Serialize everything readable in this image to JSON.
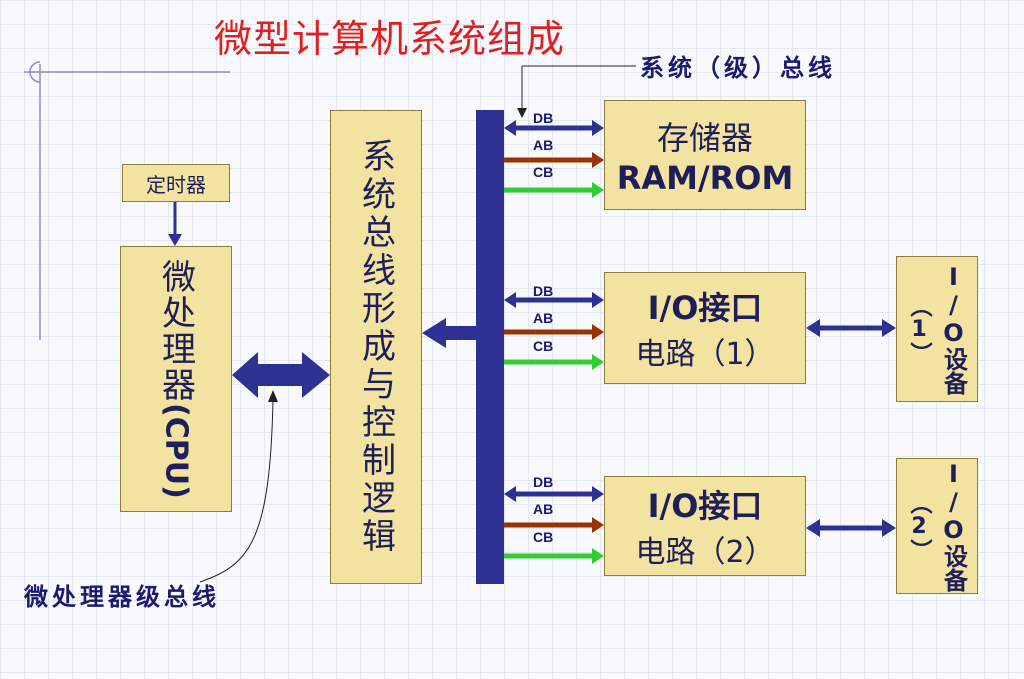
{
  "title": "微型计算机系统组成",
  "callouts": {
    "system_bus": "系统（级）总线",
    "cpu_bus": "微处理器级总线"
  },
  "blocks": {
    "timer": "定时器",
    "cpu_line1": "微处理器",
    "cpu_line2": "(CPU)",
    "bus_logic": "系统总线形成与控制逻辑",
    "memory_line1": "存储器",
    "memory_line2": "RAM/ROM",
    "io1_line1": "I/O接口",
    "io1_line2": "电路（1）",
    "io2_line1": "I/O接口",
    "io2_line2": "电路（2）",
    "dev1_top": "I/O设备",
    "dev1_num": "（1）",
    "dev2_top": "I/O设备",
    "dev2_num": "（2）"
  },
  "bus_labels": [
    "DB",
    "AB",
    "CB"
  ],
  "colors": {
    "db": "#2e3192",
    "ab": "#993300",
    "cb": "#33cc33",
    "bus": "#2e3192",
    "block": "#f2e3a0",
    "title": "#e02020"
  }
}
